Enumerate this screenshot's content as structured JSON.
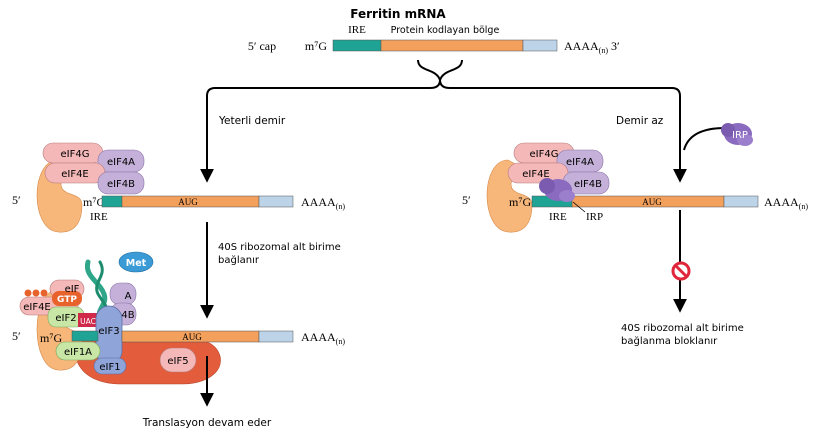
{
  "colors": {
    "ire": "#1fa394",
    "coding": "#f2a05c",
    "tail": "#bcd3e8",
    "factor_pink": "#f4b8b8",
    "factor_purple": "#c4b0d8",
    "orange_blob": "#f7b77a",
    "irp": "#8a6bbf",
    "eif3": "#8fa4d8",
    "eif1a": "#c8e6a6",
    "eif5": "#e35c3c",
    "gtp": "#e8622c",
    "met": "#3a9bd6",
    "block": "#e0263a"
  },
  "top": {
    "title": "Ferritin mRNA",
    "ire": "IRE",
    "coding": "Protein kodlayan bölge",
    "cap": "5′ cap",
    "m7g": "m⁷G",
    "tail": "AAAA",
    "tail_sub": "(n)",
    "three_prime": "3′"
  },
  "left": {
    "condition": "Yeterli demir",
    "eif4g": "eIF4G",
    "eif4a": "eIF4A",
    "eif4e": "eIF4E",
    "eif4b": "eIF4B",
    "five": "5′",
    "m7g": "m⁷G",
    "aug": "AUG",
    "tail": "AAAA",
    "tail_sub": "(n)",
    "ire": "IRE",
    "step_line1": "40S ribozomal alt birime",
    "step_line2": "bağlanır"
  },
  "init": {
    "met": "Met",
    "gtp": "GTP",
    "eif4e": "eIF4E",
    "eif2": "eIF2",
    "eif3": "eIF3",
    "eif1a": "eIF1A",
    "eif1": "eIF1",
    "eif5": "eIF5",
    "uac": "UAC",
    "eif_partial": "eIF",
    "a_partial": "A",
    "b_partial": "4B",
    "five": "5′",
    "m7g": "m⁷G",
    "aug": "AUG",
    "tail": "AAAA",
    "tail_sub": "(n)",
    "result": "Translasyon devam eder"
  },
  "right": {
    "condition": "Demir az",
    "irp": "IRP",
    "eif4g": "eIF4G",
    "eif4a": "eIF4A",
    "eif4e": "eIF4E",
    "eif4b": "eIF4B",
    "five": "5′",
    "m7g": "m⁷G",
    "aug": "AUG",
    "tail": "AAAA",
    "tail_sub": "(n)",
    "ire": "IRE",
    "irp_label": "IRP",
    "block_line1": "40S ribozomal alt birime",
    "block_line2": "bağlanma bloklanır"
  }
}
